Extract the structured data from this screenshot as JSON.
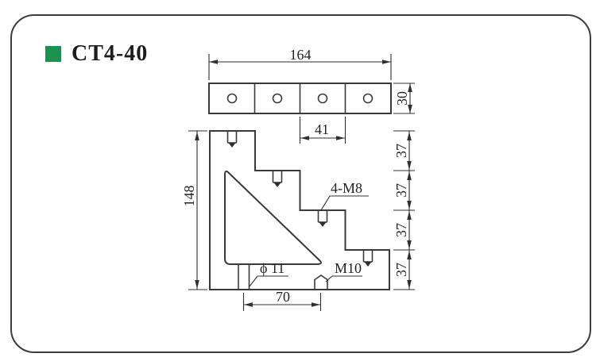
{
  "title": {
    "label": "CT4-40"
  },
  "colors": {
    "accent_green": "#1d9150",
    "line": "#3a3a3a"
  },
  "drawing": {
    "dims": {
      "bar_length": "164",
      "bar_height": "30",
      "hole_pitch": "41",
      "bracket_height": "148",
      "hole_spacing": "70",
      "steps_37": [
        "37",
        "37",
        "37",
        "37"
      ]
    },
    "labels": {
      "tapped_holes": "4-M8",
      "through_hole": "ϕ 11",
      "stud_hole": "M10"
    }
  }
}
